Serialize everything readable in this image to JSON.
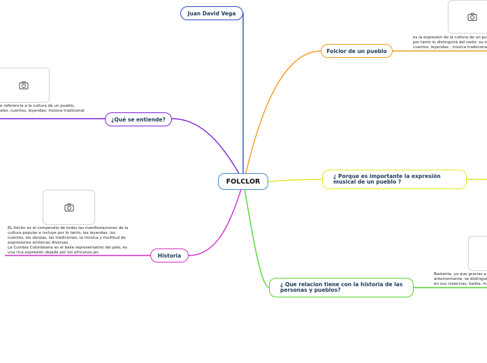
{
  "center": {
    "label": "FOLCLOR"
  },
  "nodes": {
    "author": "Juan David Vega",
    "folclor_pueblo": "Folclor de un pueblo",
    "que_se_entiende": "¿Qué se entiende?",
    "porque_importante": "¿ Porque es importante la expresión musical de un pueblo ?",
    "historia": "Historia",
    "relacion_historia": "¿ Que relacion tiene con la historia de las personas y pueblos?"
  },
  "notes": {
    "folclor_pueblo": "es la expresión de la cultura de un pue\npor tanto lo distinguirá del resto; su m\ncuentos, leyendas , música tradicional",
    "que_se_entiende": "e referencia a la cultura de un pueblo,\nales, cuentos, leyendas, música tradicional",
    "historia": "EL folclor es el compendio de todas las manifestaciones de la\ncultura popular e incluye por lo tanto, las leyendas, los\ncuentos, las danzas, las tradiciones, la música y multitud de\nexpresiones artísticas diversas.\nLa Cumbia Colombiana es el baile representativo del país, es\nuna rica expresión dejada por los africanos.pic",
    "relacion_historia": "Bastante, ya que gracias a\nanteriormente, se distingue\nen sus creencias, bailes, m"
  },
  "icons": {
    "image_placeholder": "camera-icon"
  },
  "colors": {
    "author": "#2b49c9",
    "folclor_pueblo": "#f39a1e",
    "que_se_entiende": "#7a1fd6",
    "porque_importante": "#e1e91e",
    "historia": "#d12cc9",
    "relacion_historia": "#52d62a",
    "center_border": "#4a87c8"
  }
}
